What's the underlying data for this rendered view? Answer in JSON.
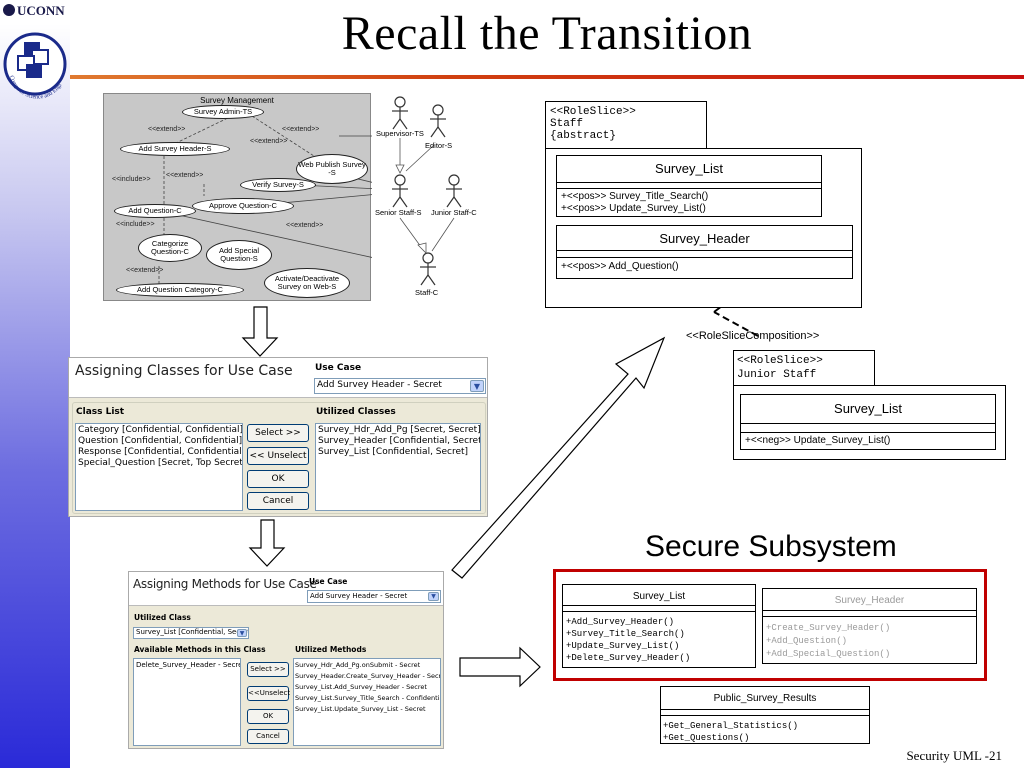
{
  "brand": {
    "name": "UCONN",
    "vertical_text": "Computer Science and Engineering"
  },
  "slide": {
    "title": "Recall the Transition",
    "footer": "Security UML -21"
  },
  "use_case_diagram": {
    "title": "Survey Management",
    "use_cases": [
      "Survey Admin-TS",
      "Add Survey Header-S",
      "Web Publish Survey -S",
      "Verify Survey-S",
      "Approve Question-C",
      "Add Question-C",
      "Categorize Question-C",
      "Add Special Question-S",
      "Activate/Deactivate Survey on Web-S",
      "Add Question Category-C"
    ],
    "actors": [
      "Supervisor-TS",
      "Editor-S",
      "Senior Staff-S",
      "Junior Staff-C",
      "Staff-C"
    ],
    "stereotypes": {
      "extend": "<<extend>>",
      "include": "<<include>>"
    }
  },
  "dialog_classes": {
    "title": "Assigning Classes for Use Case",
    "use_case_label": "Use Case",
    "use_case_value": "Add Survey Header - Secret",
    "class_list_label": "Class List",
    "class_list": [
      "Category [Confidential, Confidential]",
      "Question [Confidential, Confidential]",
      "Response [Confidential, Confidential]",
      "Special_Question [Secret, Top Secret]"
    ],
    "utilized_label": "Utilized Classes",
    "utilized": [
      "Survey_Hdr_Add_Pg [Secret, Secret]",
      "Survey_Header [Confidential, Secret]",
      "Survey_List [Confidential, Secret]"
    ],
    "btn_select": "Select >>",
    "btn_unselect": "<< Unselect",
    "btn_ok": "OK",
    "btn_cancel": "Cancel"
  },
  "dialog_methods": {
    "title": "Assigning Methods for Use Case",
    "use_case_label": "Use Case",
    "use_case_value": "Add Survey Header - Secret",
    "utilized_class_label": "Utilized Class",
    "utilized_class_value": "Survey_List [Confidential, Secret]",
    "available_label": "Available Methods in this Class",
    "available": [
      "Delete_Survey_Header - Secret"
    ],
    "utilized_label": "Utilized Methods",
    "utilized": [
      "Survey_Hdr_Add_Pg.onSubmit - Secret",
      "Survey_Header.Create_Survey_Header - Secret",
      "Survey_List.Add_Survey_Header - Secret",
      "Survey_List.Survey_Title_Search - Confidential",
      "Survey_List.Update_Survey_List - Secret"
    ],
    "btn_select": "Select >>",
    "btn_unselect": "<<Unselect",
    "btn_ok": "OK",
    "btn_cancel": "Cancel"
  },
  "role_slice_staff": {
    "stereotype": "<<RoleSlice>>",
    "name": "Staff",
    "modifier": "{abstract}",
    "classes": [
      {
        "name": "Survey_List",
        "ops": [
          "+<<pos>> Survey_Title_Search()",
          "+<<pos>> Update_Survey_List()"
        ]
      },
      {
        "name": "Survey_Header",
        "ops": [
          "+<<pos>> Add_Question()"
        ]
      }
    ]
  },
  "composition_label": "<<RoleSliceComposition>>",
  "role_slice_junior": {
    "stereotype": "<<RoleSlice>>",
    "name": "Junior Staff",
    "classes": [
      {
        "name": "Survey_List",
        "ops": [
          "+<<neg>> Update_Survey_List()"
        ]
      }
    ]
  },
  "secure_subsystem": {
    "title": "Secure Subsystem",
    "survey_list": {
      "name": "Survey_List",
      "ops": [
        "+Add_Survey_Header()",
        "+Survey_Title_Search()",
        "+Update_Survey_List()",
        "+Delete_Survey_Header()"
      ]
    },
    "survey_header": {
      "name": "Survey_Header",
      "ops": [
        "+Create_Survey_Header()",
        "+Add_Question()",
        "+Add_Special_Question()"
      ]
    },
    "public_results": {
      "name": "Public_Survey_Results",
      "ops": [
        "+Get_General_Statistics()",
        "+Get_Questions()"
      ]
    }
  },
  "colors": {
    "accent_red": "#c81010",
    "subsystem_border": "#c00000",
    "bar_blue": "#2a2ad8"
  }
}
